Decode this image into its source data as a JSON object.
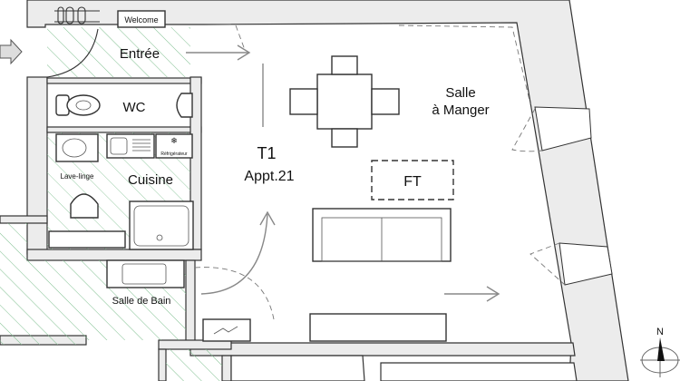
{
  "plan": {
    "unit_title": "T1",
    "unit_number": "Appt.21",
    "rooms": {
      "entree": "Entrée",
      "wc": "WC",
      "cuisine": "Cuisine",
      "salle_de_bain": "Salle de Bain",
      "salle_line1": "Salle",
      "salle_line2": "à Manger"
    },
    "fixtures": {
      "welcome_mat": "Welcome",
      "washing_machine": "Lave-linge",
      "fridge": "Réfrigérateur",
      "ft": "FT"
    },
    "compass": "N",
    "colors": {
      "wall": "#ececec",
      "hatch": "#7fbf8f",
      "line": "#333333"
    }
  }
}
